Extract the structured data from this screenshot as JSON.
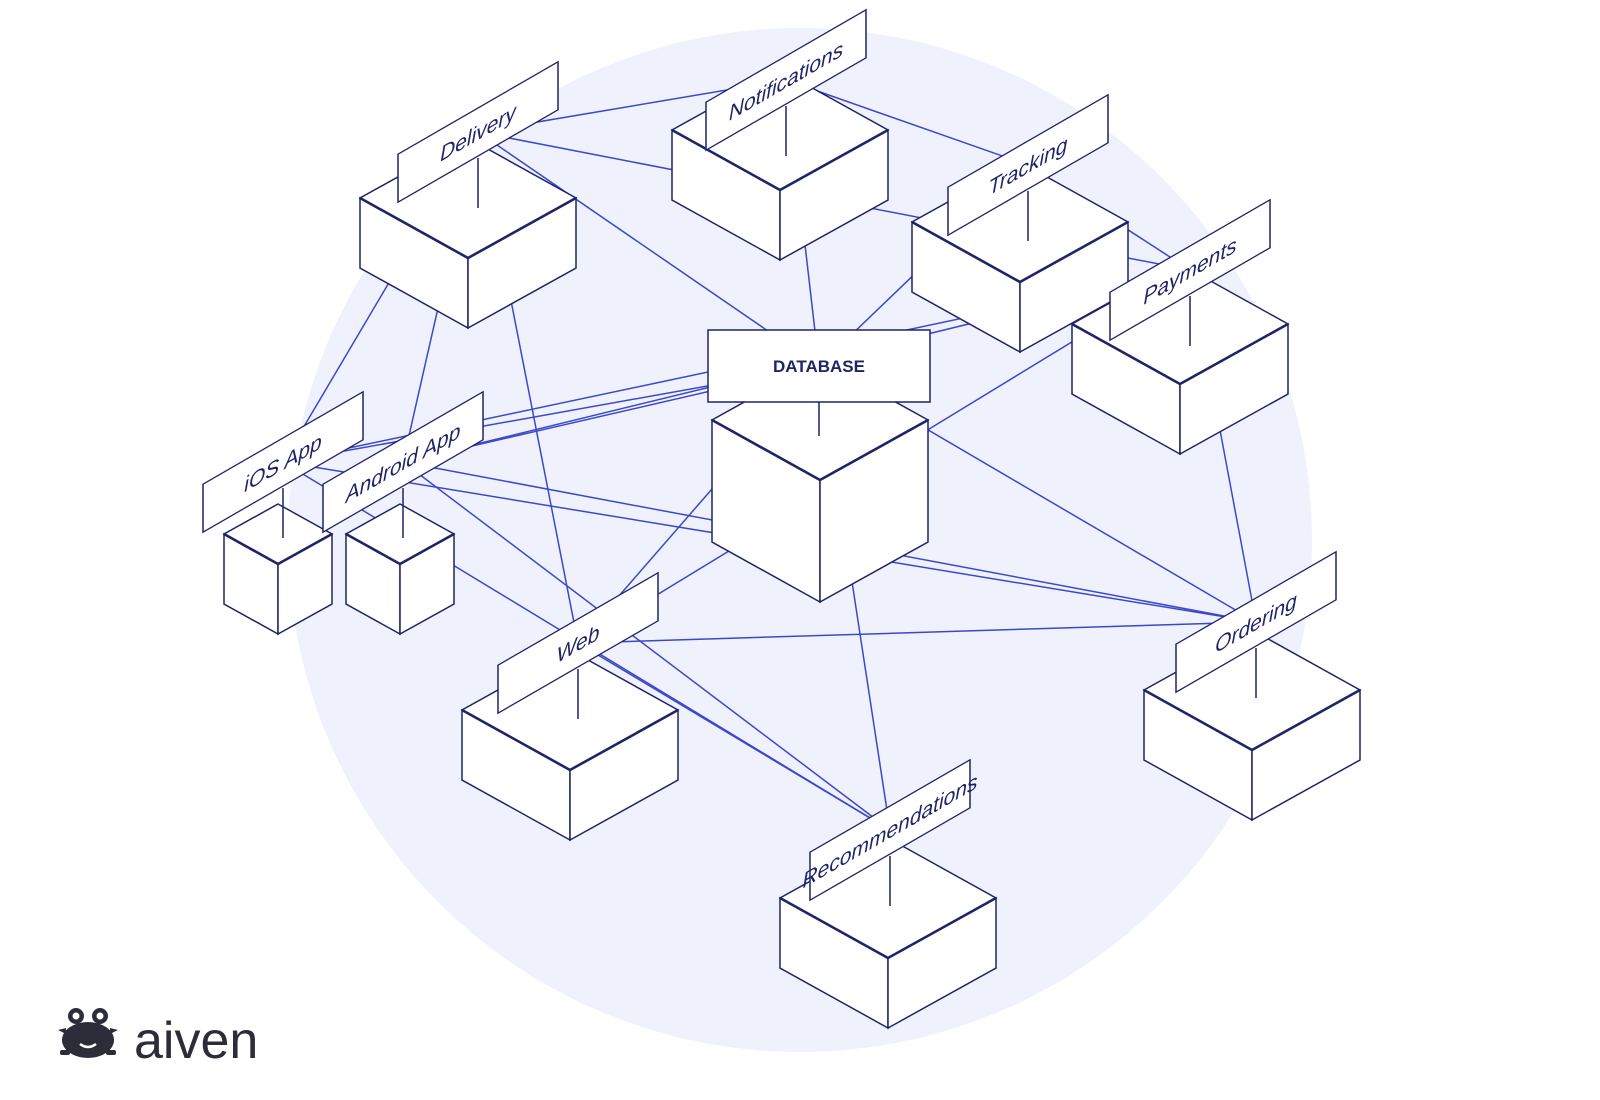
{
  "diagram": {
    "database_label": "DATABASE",
    "services": [
      {
        "id": "delivery",
        "label": "Delivery"
      },
      {
        "id": "notifications",
        "label": "Notifications"
      },
      {
        "id": "tracking",
        "label": "Tracking"
      },
      {
        "id": "payments",
        "label": "Payments"
      },
      {
        "id": "ios",
        "label": "iOS App"
      },
      {
        "id": "android",
        "label": "Android App"
      },
      {
        "id": "web",
        "label": "Web"
      },
      {
        "id": "ordering",
        "label": "Ordering"
      },
      {
        "id": "recommendations",
        "label": "Recommendations"
      }
    ],
    "connections": [
      [
        "delivery",
        "notifications"
      ],
      [
        "delivery",
        "payments"
      ],
      [
        "delivery",
        "database"
      ],
      [
        "delivery",
        "web"
      ],
      [
        "delivery",
        "ios"
      ],
      [
        "delivery",
        "android"
      ],
      [
        "notifications",
        "tracking"
      ],
      [
        "notifications",
        "database"
      ],
      [
        "tracking",
        "payments"
      ],
      [
        "tracking",
        "database"
      ],
      [
        "payments",
        "ios"
      ],
      [
        "payments",
        "android"
      ],
      [
        "payments",
        "ordering"
      ],
      [
        "payments",
        "web"
      ],
      [
        "ios",
        "database"
      ],
      [
        "ios",
        "ordering"
      ],
      [
        "ios",
        "recommendations"
      ],
      [
        "android",
        "database"
      ],
      [
        "android",
        "ordering"
      ],
      [
        "android",
        "recommendations"
      ],
      [
        "web",
        "database"
      ],
      [
        "web",
        "ordering"
      ],
      [
        "web",
        "recommendations"
      ],
      [
        "database",
        "ordering"
      ],
      [
        "database",
        "recommendations"
      ]
    ]
  },
  "colors": {
    "background_circle": "#eff2fc",
    "connection_line": "#3d47c9",
    "outline": "#1f2466"
  },
  "brand": {
    "name": "aiven",
    "icon": "crab-icon"
  }
}
